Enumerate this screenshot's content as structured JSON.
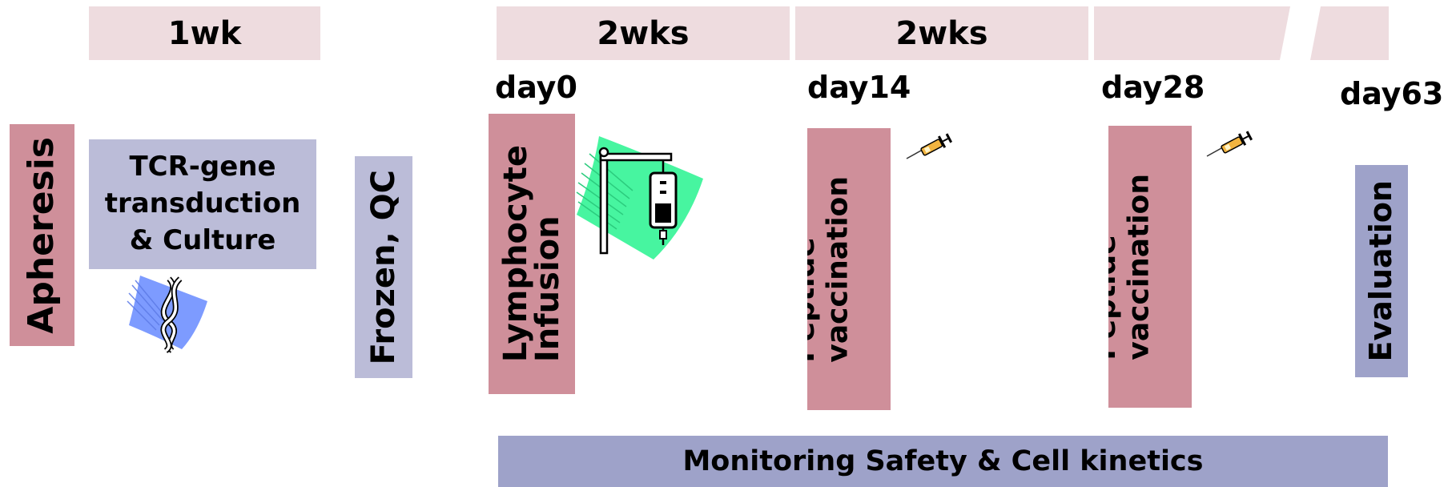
{
  "periods": {
    "p1": "1wk",
    "p2": "2wks",
    "p3": "2wks",
    "p4": "",
    "p5": ""
  },
  "days": {
    "d0": "day0",
    "d14": "day14",
    "d28": "day28",
    "d63": "day63"
  },
  "steps": {
    "apheresis": "Apheresis",
    "tcr_lines": [
      "TCR-gene",
      "transduction",
      "& Culture"
    ],
    "frozen": "Frozen, QC",
    "lymphocyte_lines": [
      "Lymphocyte",
      "Infusion"
    ],
    "peptide1_lines": [
      "Peptide",
      "vaccination"
    ],
    "peptide2_lines": [
      "Peptide",
      "vaccination"
    ],
    "evaluation": "Evaluation"
  },
  "monitoring": "Monitoring Safety & Cell kinetics",
  "icons": [
    "dna-icon",
    "iv-drip-icon",
    "syringe-icon",
    "syringe-icon"
  ],
  "colors": {
    "period_band": "#eedcdf",
    "pink_box": "#cf8f9a",
    "lavender_box": "#bbbcd8",
    "slate_box": "#9ea2c9"
  }
}
